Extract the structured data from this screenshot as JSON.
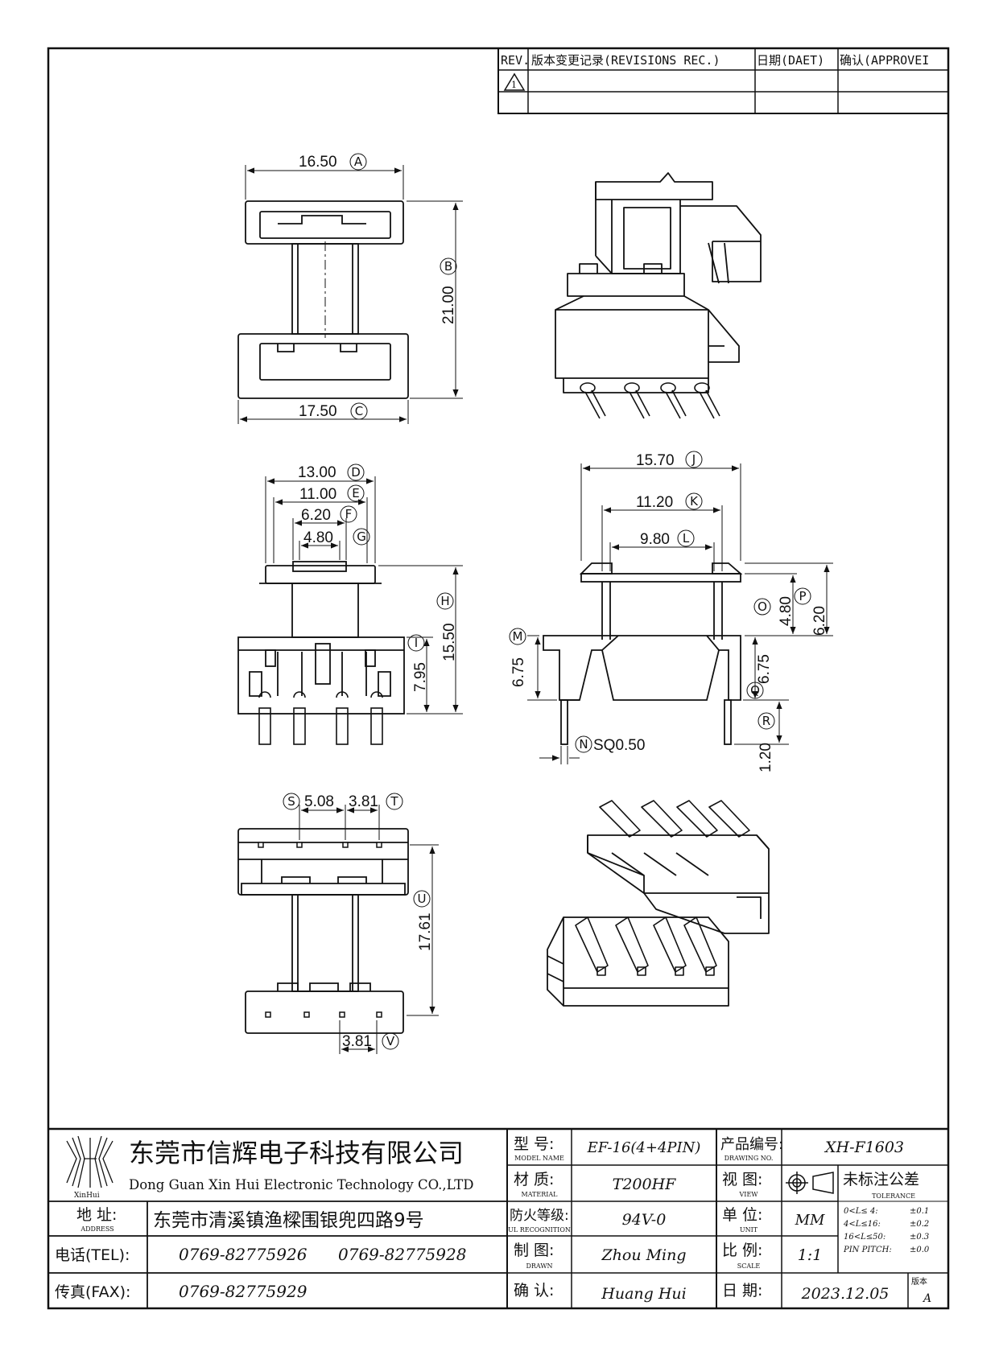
{
  "revisions": {
    "col_rev": "REV.",
    "col_record": "版本变更记录(REVISIONS REC.)",
    "col_date": "日期(DAET)",
    "col_approve": "确认(APPROVEI",
    "rev_mark": "1"
  },
  "dimensions": {
    "A": {
      "value": "16.50",
      "tag": "A"
    },
    "B": {
      "value": "21.00",
      "tag": "B"
    },
    "C": {
      "value": "17.50",
      "tag": "C"
    },
    "D": {
      "value": "13.00",
      "tag": "D"
    },
    "E": {
      "value": "11.00",
      "tag": "E"
    },
    "F": {
      "value": "6.20",
      "tag": "F"
    },
    "G": {
      "value": "4.80",
      "tag": "G"
    },
    "H": {
      "value": "15.50",
      "tag": "H"
    },
    "I": {
      "value": "7.95",
      "tag": "I"
    },
    "J": {
      "value": "15.70",
      "tag": "J"
    },
    "K": {
      "value": "11.20",
      "tag": "K"
    },
    "L": {
      "value": "9.80",
      "tag": "L"
    },
    "M": {
      "value": "6.75",
      "tag": "M"
    },
    "N": {
      "value": "SQ0.50",
      "tag": "N"
    },
    "O": {
      "value": "4.80",
      "tag": "O"
    },
    "P": {
      "value": "6.20",
      "tag": "P"
    },
    "Q": {
      "value": "6.75",
      "tag": "Q"
    },
    "R": {
      "value": "1.20",
      "tag": "R"
    },
    "S": {
      "value": "5.08",
      "tag": "S"
    },
    "T": {
      "value": "3.81",
      "tag": "T"
    },
    "U": {
      "value": "17.61",
      "tag": "U"
    },
    "V": {
      "value": "3.81",
      "tag": "V"
    }
  },
  "title_block": {
    "company_cn": "东莞市信辉电子科技有限公司",
    "company_en": "Dong Guan Xin Hui Electronic Technology CO.,LTD",
    "logo_text": "XinHui",
    "address_label": "地  址:",
    "address_label_en": "ADDRESS",
    "address_value": "东莞市清溪镇渔樑围银兜四路9号",
    "tel_label": "电话(TEL):",
    "tel_value_1": "0769-82775926",
    "tel_value_2": "0769-82775928",
    "fax_label": "传真(FAX):",
    "fax_value": "0769-82775929",
    "model_label": "型  号:",
    "model_label_en": "MODEL NAME",
    "model_value": "EF-16(4+4PIN)",
    "material_label": "材  质:",
    "material_label_en": "MATERIAL",
    "material_value": "T200HF",
    "ul_label": "防火等级:",
    "ul_label_en": "UL RECOGNITION",
    "ul_value": "94V-0",
    "drawn_label": "制  图:",
    "drawn_label_en": "DRAWN",
    "drawn_value": "Zhou Ming",
    "check_label": "确  认:",
    "check_value": "Huang Hui",
    "drawing_no_label": "产品编号:",
    "drawing_no_label_en": "DRAWING NO.",
    "drawing_no_value": "XH-F1603",
    "view_label": "视  图:",
    "view_label_en": "VIEW",
    "tolerance_label": "未标注公差",
    "tolerance_label_en": "TOLERANCE",
    "unit_label": "单  位:",
    "unit_label_en": "UNIT",
    "unit_value": "MM",
    "scale_label": "比  例:",
    "scale_label_en": "SCALE",
    "scale_value": "1:1",
    "date_label": "日  期:",
    "date_value": "2023.12.05",
    "version_label": "版本",
    "version_value": "A",
    "tol_row_1_range": "0<L≤ 4:",
    "tol_row_1_value": "±0.1",
    "tol_row_2_range": "4<L≤16:",
    "tol_row_2_value": "±0.2",
    "tol_row_3_range": "16<L≤50:",
    "tol_row_3_value": "±0.3",
    "tol_row_4_range": "PIN PITCH:",
    "tol_row_4_value": "±0.0"
  }
}
